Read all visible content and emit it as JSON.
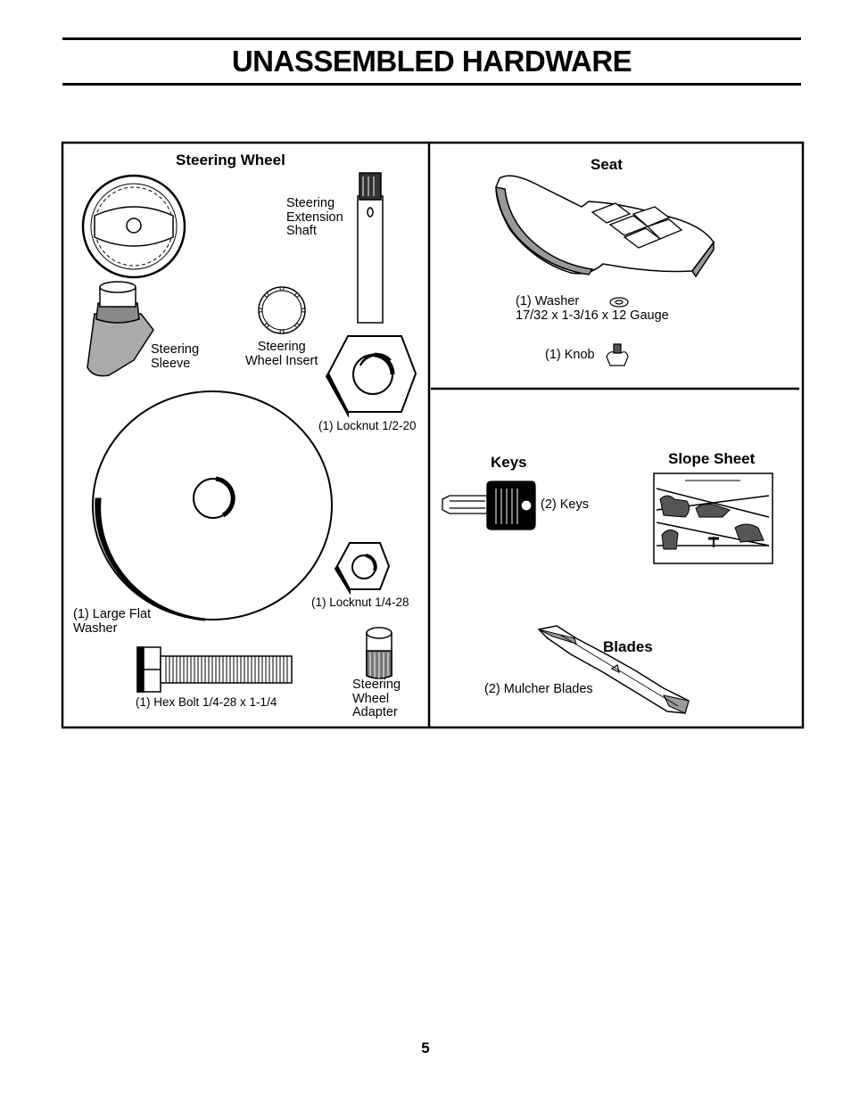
{
  "page": {
    "title": "UNASSEMBLED HARDWARE",
    "page_number": "5"
  },
  "left_panel": {
    "heading": "Steering Wheel",
    "steering_extension_shaft": "Steering\nExtension\nShaft",
    "steering_sleeve": "Steering\nSleeve",
    "steering_wheel_insert": "Steering\nWheel Insert",
    "locknut_half": "(1) Locknut  1/2-20",
    "locknut_quarter": "(1) Locknut  1/4-28",
    "large_flat_washer": "(1) Large Flat\nWasher",
    "hex_bolt": "(1) Hex Bolt  1/4-28 x 1-1/4",
    "steering_wheel_adapter": "Steering\nWheel\nAdapter"
  },
  "seat_panel": {
    "heading": "Seat",
    "washer_label": "(1) Washer",
    "washer_spec": "17/32 x 1-3/16 x 12 Gauge",
    "knob_label": "(1) Knob"
  },
  "lower_right_panel": {
    "keys_heading": "Keys",
    "keys_label": "(2) Keys",
    "slope_sheet_heading": "Slope Sheet",
    "blades_heading": "Blades",
    "blades_label": "(2) Mulcher Blades"
  }
}
